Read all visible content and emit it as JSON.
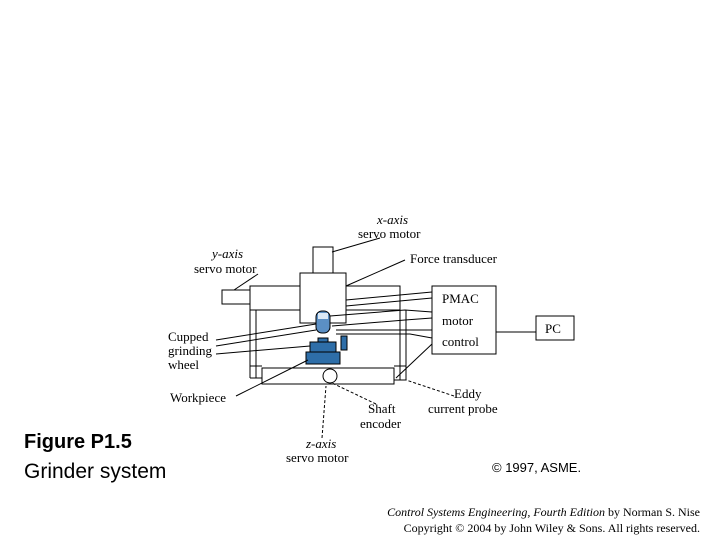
{
  "figure": {
    "number": "Figure P1.5",
    "caption": "Grinder system",
    "copyright_source": "© 1997, ASME.",
    "credit_book": "Control Systems Engineering, Fourth Edition",
    "credit_author": " by Norman S. Nise",
    "credit_copyright": "Copyright © 2004 by John Wiley & Sons. All rights reserved."
  },
  "diagram": {
    "labels": {
      "x_axis_1": "x-axis",
      "x_axis_2": "servo motor",
      "y_axis_1": "y-axis",
      "y_axis_2": "servo motor",
      "force_transducer": "Force transducer",
      "pmac_1": "PMAC",
      "pmac_2": "motor",
      "pmac_3": "control",
      "pc": "PC",
      "cupped_1": "Cupped",
      "cupped_2": "grinding",
      "cupped_3": "wheel",
      "workpiece": "Workpiece",
      "eddy_1": "Eddy",
      "eddy_2": "current probe",
      "shaft_1": "Shaft",
      "shaft_2": "encoder",
      "z_axis_1": "z-axis",
      "z_axis_2": "servo motor"
    },
    "colors": {
      "wheel_blue": "#5b8fc4",
      "base_blue": "#2e6ea8",
      "line": "#000000"
    }
  }
}
